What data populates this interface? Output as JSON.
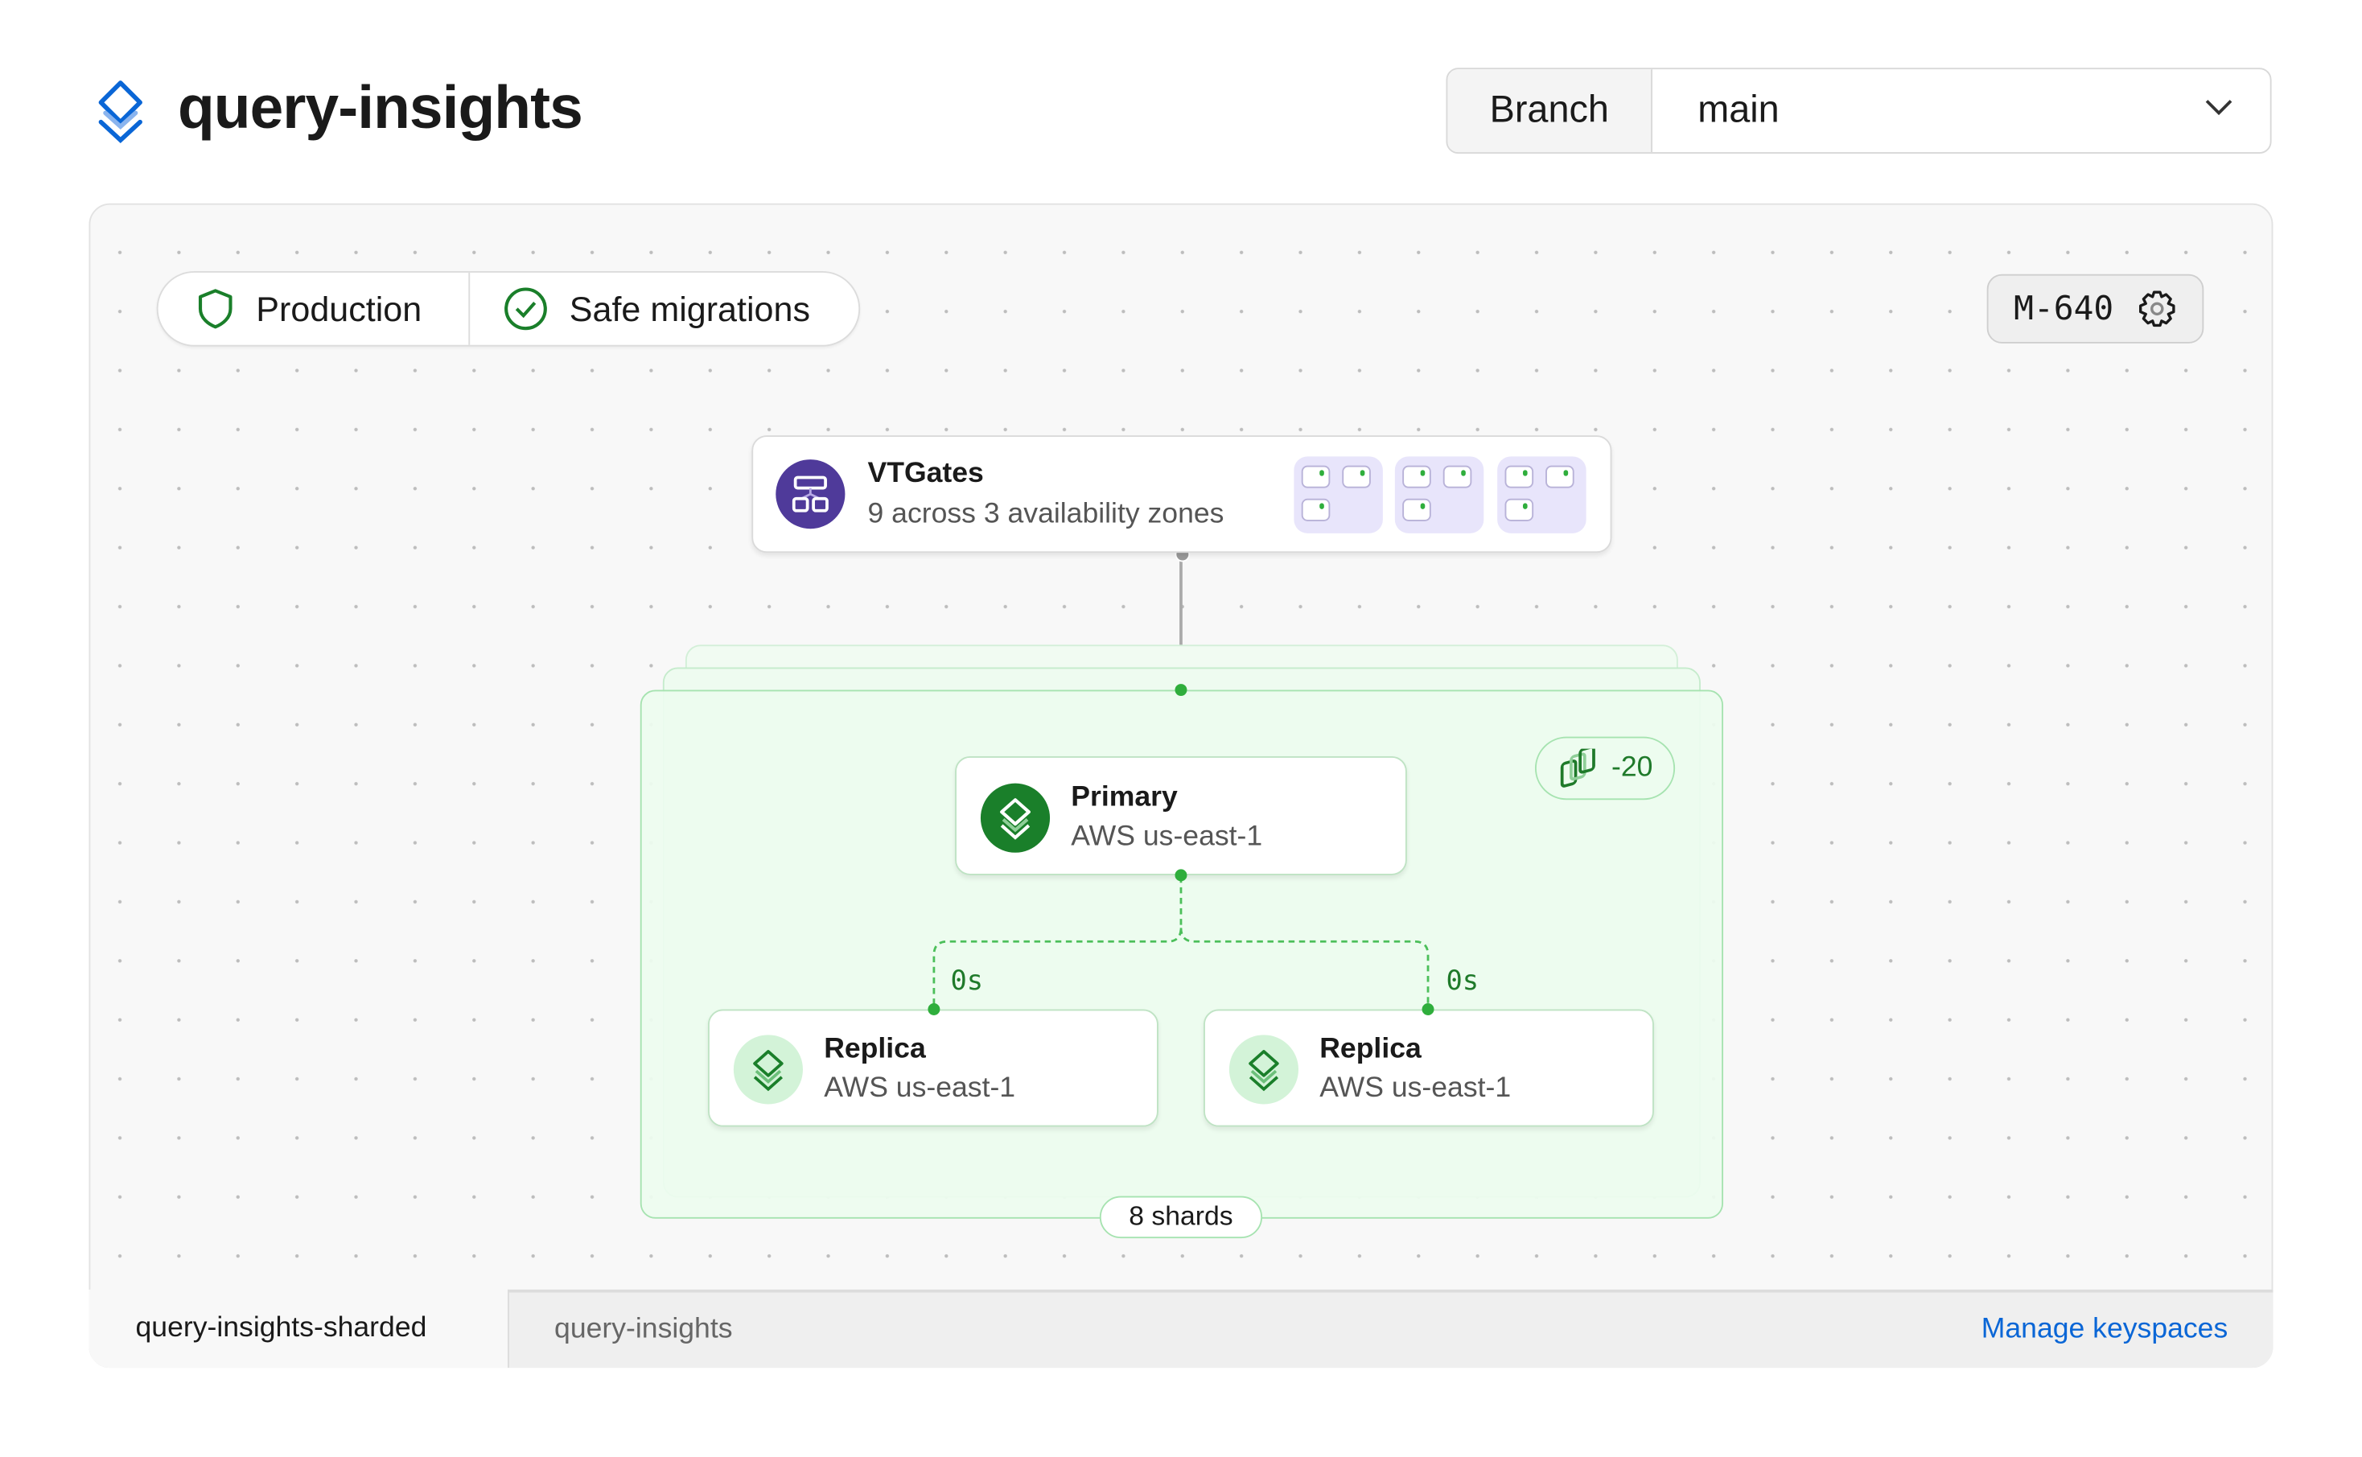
{
  "header": {
    "title": "query-insights",
    "logo_icon": "layers-icon",
    "branch_label": "Branch",
    "branch_value": "main"
  },
  "toolbar": {
    "badges": [
      {
        "label": "Production",
        "icon": "shield-icon"
      },
      {
        "label": "Safe migrations",
        "icon": "check-circle-icon"
      }
    ],
    "cluster_size": "M-640",
    "settings_icon": "gear-icon"
  },
  "vtgates": {
    "title": "VTGates",
    "subtitle": "9 across 3 availability zones",
    "zones": 3,
    "per_zone": 3
  },
  "shard": {
    "range_label": "-20",
    "shards_label": "8 shards",
    "primary": {
      "title": "Primary",
      "subtitle": "AWS us-east-1"
    },
    "replicas": [
      {
        "title": "Replica",
        "subtitle": "AWS us-east-1",
        "lag": "0s"
      },
      {
        "title": "Replica",
        "subtitle": "AWS us-east-1",
        "lag": "0s"
      }
    ]
  },
  "keyspace_tabs": {
    "items": [
      "query-insights-sharded",
      "query-insights"
    ],
    "active": "query-insights-sharded",
    "manage_link": "Manage keyspaces"
  },
  "colors": {
    "brand": "#0a66d6",
    "vtgate": "#4f3a9a",
    "primary": "#1a7f2a",
    "shard_bg": "#edfcef",
    "shard_border": "#a6e3b0"
  }
}
